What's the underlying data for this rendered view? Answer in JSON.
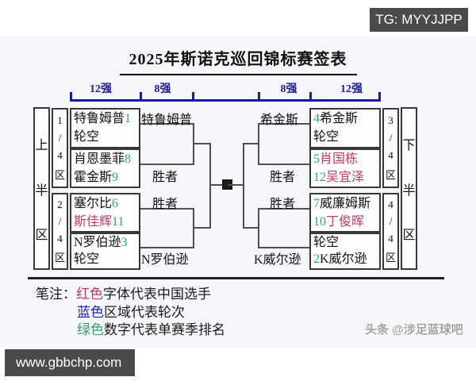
{
  "page": {
    "tg_badge": "TG: MYYJJPP",
    "title": "2025年斯诺克巡回锦标赛签表",
    "watermark": "头条 @涉足蓝球吧",
    "site_badge": "www.gbbchp.com"
  },
  "rounds": [
    "12强",
    "8强",
    "8强",
    "12强"
  ],
  "colors": {
    "round_blue": "#1a1a9c",
    "seed_green": "#2fa968",
    "china_red": "#c23a68"
  },
  "bracket": {
    "final_marker": "black-square",
    "left": {
      "half": [
        "上",
        "半",
        "区"
      ],
      "q1": [
        "1",
        "/",
        "4",
        "区"
      ],
      "q2": [
        "2",
        "/",
        "4",
        "区"
      ],
      "box1": {
        "r1_name": "特鲁姆普",
        "r1_seed": "1",
        "r2_name": "轮空",
        "r2_seed": ""
      },
      "box2": {
        "r1_name": "肖恩墨菲",
        "r1_seed": "8",
        "r2_name": "霍金斯",
        "r2_seed": "9"
      },
      "box3": {
        "r1_name": "塞尔比",
        "r1_seed": "6",
        "r2_name": "斯佳辉",
        "r2_seed": "11"
      },
      "box4": {
        "r1_name": "N罗伯逊",
        "r1_seed": "3",
        "r2_name": "轮空",
        "r2_seed": ""
      },
      "adv1": "特鲁姆普",
      "adv2": "胜者",
      "adv3": "胜者",
      "adv4": "N罗伯逊"
    },
    "right": {
      "half": [
        "下",
        "半",
        "区"
      ],
      "q1": [
        "3",
        "/",
        "4",
        "区"
      ],
      "q2": [
        "4",
        "/",
        "4",
        "区"
      ],
      "box1": {
        "r1_seed": "4",
        "r1_name": "希金斯",
        "r2_seed": "",
        "r2_name": "轮空"
      },
      "box2": {
        "r1_seed": "5",
        "r1_name": "肖国栋",
        "r2_seed": "12",
        "r2_name": "吴宜泽"
      },
      "box3": {
        "r1_seed": "7",
        "r1_name": "威廉姆斯",
        "r2_seed": "10",
        "r2_name": "丁俊晖"
      },
      "box4": {
        "r1_seed": "",
        "r1_name": "轮空",
        "r2_seed": "2",
        "r2_name": "K威尔逊"
      },
      "adv1": "希金斯",
      "adv2": "胜者",
      "adv3": "胜者",
      "adv4": "K威尔逊"
    }
  },
  "legend": {
    "prefix": "笔注：",
    "red_word": "红色",
    "red_rest": "字体代表中国选手",
    "blue_word": "蓝色",
    "blue_rest": "区域代表轮次",
    "green_word": "绿色",
    "green_rest": "数字代表单赛季排名"
  }
}
